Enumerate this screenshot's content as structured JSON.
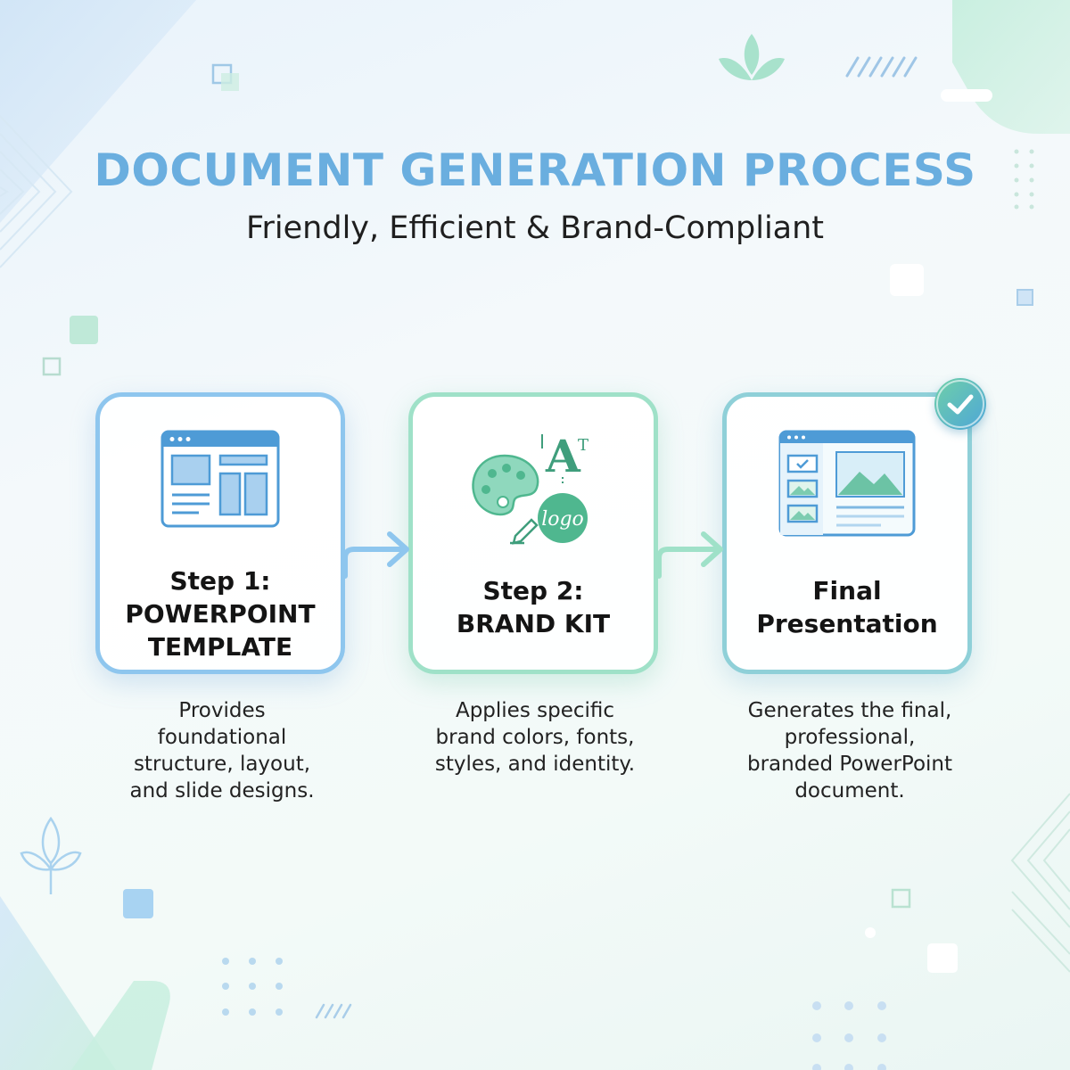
{
  "header": {
    "title": "DOCUMENT GENERATION PROCESS",
    "subtitle": "Friendly, Efficient & Brand-Compliant"
  },
  "steps": [
    {
      "title_lines": [
        "Step 1:",
        "POWERPOINT",
        "TEMPLATE"
      ],
      "icon": "template-layout-icon",
      "description_lines": [
        "Provides",
        "foundational",
        "structure, layout,",
        "and slide designs."
      ],
      "border_color": "#8ec6ee"
    },
    {
      "title_lines": [
        "Step 2:",
        "BRAND KIT"
      ],
      "icon": "palette-typography-logo-icon",
      "icon_text": {
        "letter": "A",
        "small_letter": "T",
        "logo": "logo"
      },
      "description_lines": [
        "Applies specific",
        "brand colors, fonts,",
        "styles, and identity."
      ],
      "border_color": "#9fe1c8"
    },
    {
      "title_lines": [
        "Final",
        "Presentation"
      ],
      "icon": "presentation-slide-icon",
      "badge_icon": "checkmark-icon",
      "description_lines": [
        "Generates the final,",
        "professional,",
        "branded PowerPoint",
        "document."
      ],
      "border_color": "#8fd0d8"
    }
  ],
  "colors": {
    "title": "#6aaedf",
    "blue_accent": "#5aa5dc",
    "green_accent": "#5cc8a0"
  }
}
